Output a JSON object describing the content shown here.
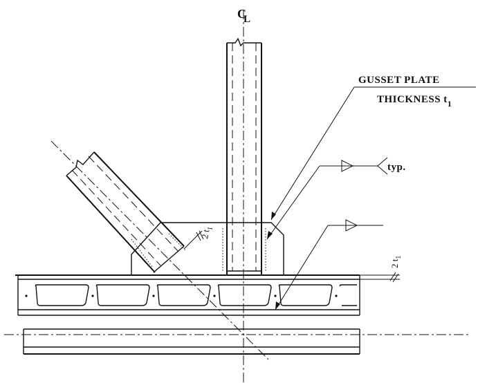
{
  "labels": {
    "centerline": "CL",
    "gusset_line1": "GUSSET PLATE",
    "gusset_line2": "THICKNESS t",
    "gusset_sub": "1",
    "typ": "typ.",
    "weld_top": "2 t",
    "weld_top_sub": "1",
    "weld_right": "2 t",
    "weld_right_sub": "1"
  },
  "colors": {
    "line": "#111111",
    "background": "#ffffff"
  }
}
